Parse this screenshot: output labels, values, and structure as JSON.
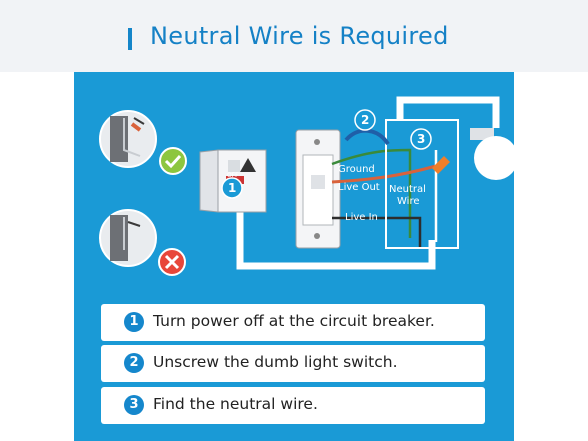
{
  "header": {
    "title": "Neutral Wire is Required"
  },
  "diagram": {
    "breaker_label": "OFF",
    "wire_labels": {
      "ground": "Ground",
      "live_out": "Live Out",
      "live_in": "Live In",
      "neutral_line1": "Neutral",
      "neutral_line2": "Wire"
    },
    "callouts": [
      "1",
      "2",
      "3"
    ],
    "status_icons": [
      "check-icon",
      "cross-icon"
    ],
    "colors": {
      "panel": "#1a9ad6",
      "accent": "#1585c9",
      "check": "#8dc63f",
      "cross": "#e8473a"
    }
  },
  "steps": [
    {
      "num": "1",
      "text": "Turn power off at the circuit breaker."
    },
    {
      "num": "2",
      "text": "Unscrew the dumb light switch."
    },
    {
      "num": "3",
      "text": "Find the neutral wire."
    }
  ]
}
